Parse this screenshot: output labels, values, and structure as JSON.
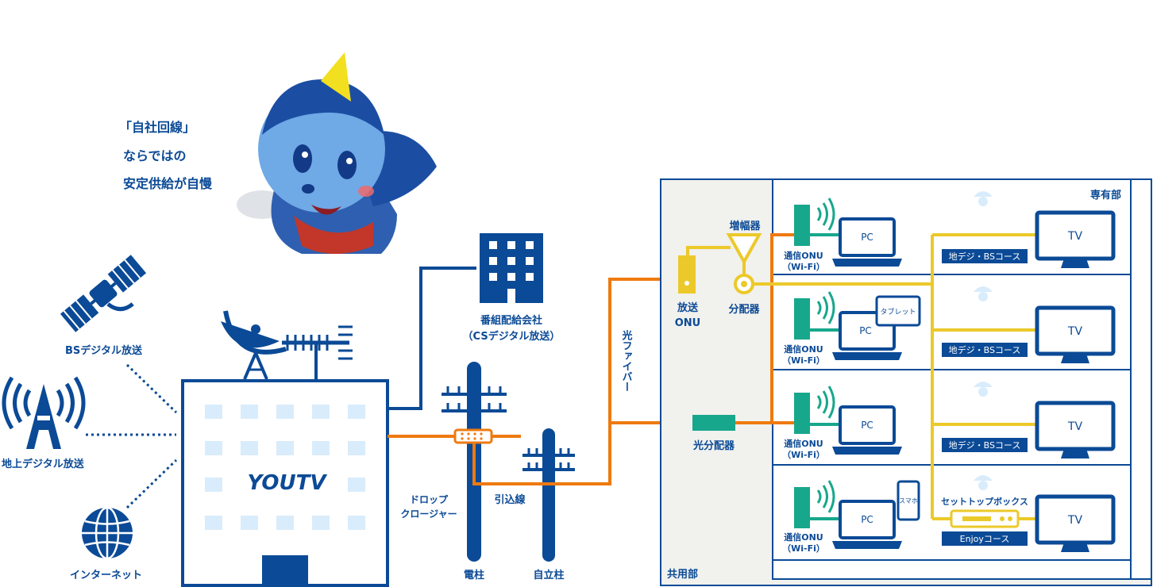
{
  "colors": {
    "navy": "#0b4a96",
    "orange": "#ee7a10",
    "yellow": "#ecc92a",
    "teal": "#17a78c",
    "light_blue": "#d9ecfb",
    "panel_bg": "#f1f1ee"
  },
  "mascot": {
    "catchphrase_lines": [
      "「自社回線」",
      "ならではの",
      "安定供給が自慢"
    ]
  },
  "sources": {
    "bs": "BSデジタル放送",
    "terrestrial": "地上デジタル放送",
    "internet": "インターネット"
  },
  "station": {
    "logo": "YOUTV"
  },
  "programmer": {
    "line1": "番組配給会社",
    "line2": "（CSデジタル放送）"
  },
  "poles": {
    "utility_pole": "電柱",
    "private_pole": "自立柱",
    "drop_closure_line1": "ドロップ",
    "drop_closure_line2": "クロージャー",
    "drop_wire": "引込線"
  },
  "fiber_label": "光ファイバー",
  "building": {
    "common_area": "共用部",
    "private_area": "専有部",
    "optical_splitter": "光分配器",
    "broadcast_onu_line1": "放送",
    "broadcast_onu_line2": "ONU",
    "amplifier": "増幅器",
    "distributor": "分配器"
  },
  "units": [
    {
      "onu_line1": "通信ONU",
      "onu_line2": "（Wi-Fi）",
      "pc": "PC",
      "tv": "TV",
      "course": "地デジ・BSコース",
      "extra_device": ""
    },
    {
      "onu_line1": "通信ONU",
      "onu_line2": "（Wi-Fi）",
      "pc": "PC",
      "tv": "TV",
      "course": "地デジ・BSコース",
      "extra_device": "タブレット"
    },
    {
      "onu_line1": "通信ONU",
      "onu_line2": "（Wi-Fi）",
      "pc": "PC",
      "tv": "TV",
      "course": "地デジ・BSコース",
      "extra_device": ""
    },
    {
      "onu_line1": "通信ONU",
      "onu_line2": "（Wi-Fi）",
      "pc": "PC",
      "tv": "TV",
      "course": "Enjoyコース",
      "extra_device": "スマホ",
      "stb": "セットトップボックス"
    }
  ]
}
